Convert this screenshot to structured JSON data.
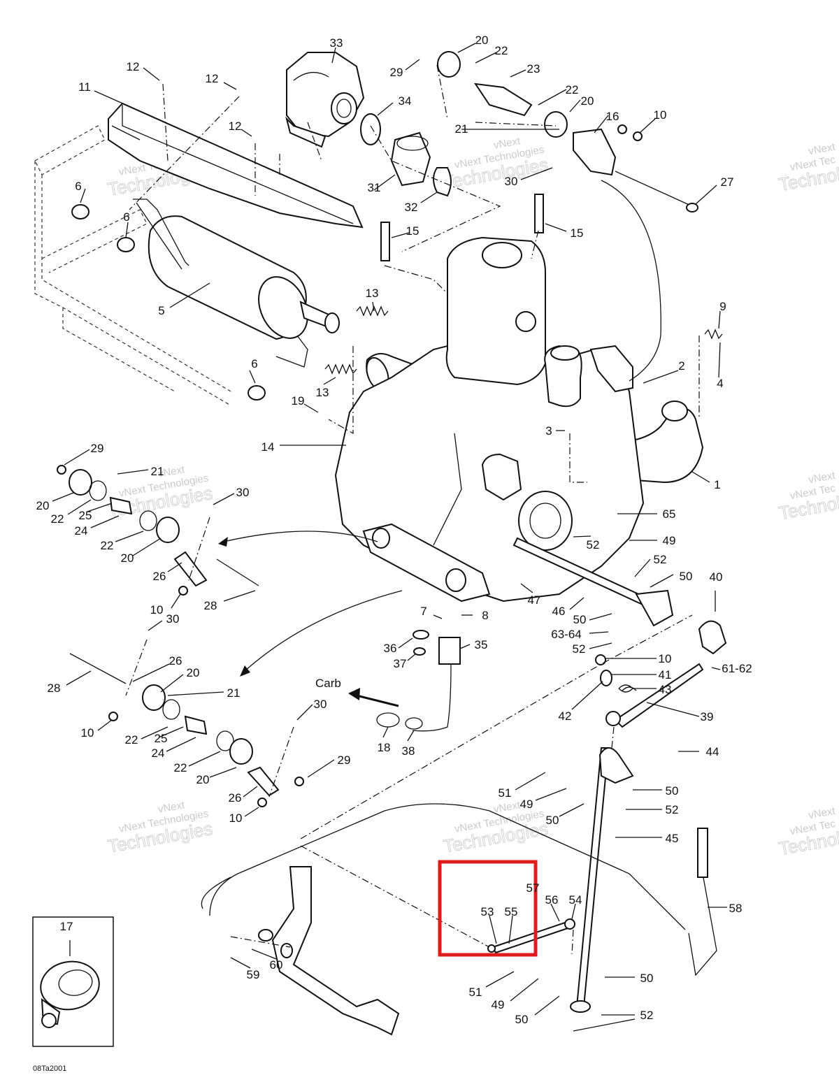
{
  "diagram": {
    "drawing_code": "08Ta2001",
    "direction_label": "Carb",
    "highlight_color": "#e01b1b",
    "watermark": {
      "line1": "vNext",
      "line2": "vNext Technologies",
      "line3": "Technologies",
      "edge1": "vNext",
      "edge2": "vNext Tec",
      "edge3": "Technolo"
    },
    "highlighted_callouts": [
      "53",
      "55",
      "57"
    ]
  }
}
